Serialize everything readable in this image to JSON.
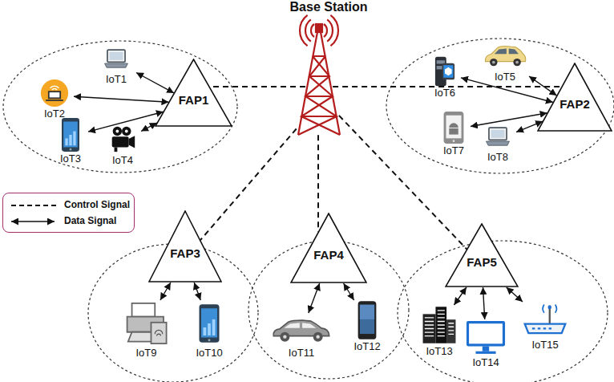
{
  "diagram": {
    "nodes": [
      {
        "text": [
          "Base Station"
        ]
      },
      {
        "text": [
          "FAP1"
        ]
      },
      {
        "text": [
          "IoT1"
        ]
      },
      {
        "text": [
          "IoT2"
        ]
      },
      {
        "text": [
          "IoT3"
        ]
      },
      {
        "text": [
          "IoT4"
        ]
      },
      {
        "text": [
          "FAP2"
        ]
      },
      {
        "text": [
          "IoT5"
        ]
      },
      {
        "text": [
          "IoT6"
        ]
      },
      {
        "text": [
          "IoT7"
        ]
      },
      {
        "text": [
          "IoT8"
        ]
      },
      {
        "text": [
          "FAP3"
        ]
      },
      {
        "text": [
          "IoT9"
        ]
      },
      {
        "text": [
          "IoT10"
        ]
      },
      {
        "text": [
          "FAP4"
        ]
      },
      {
        "text": [
          "IoT11"
        ]
      },
      {
        "text": [
          "IoT12"
        ]
      },
      {
        "text": [
          "FAP5"
        ]
      },
      {
        "text": [
          "IoT13"
        ]
      },
      {
        "text": [
          "IoT14"
        ]
      },
      {
        "text": [
          "IoT15"
        ]
      }
    ],
    "edges": [
      {
        "from": 0,
        "to": 1,
        "arrow": "none"
      },
      {
        "from": 0,
        "to": 6,
        "arrow": "none"
      },
      {
        "from": 0,
        "to": 11,
        "arrow": "none"
      },
      {
        "from": 0,
        "to": 14,
        "arrow": "none"
      },
      {
        "from": 0,
        "to": 17,
        "arrow": "none"
      },
      {
        "from": 1,
        "to": 2,
        "arrow": "both"
      },
      {
        "from": 1,
        "to": 3,
        "arrow": "both"
      },
      {
        "from": 1,
        "to": 4,
        "arrow": "both"
      },
      {
        "from": 1,
        "to": 5,
        "arrow": "both"
      },
      {
        "from": 6,
        "to": 7,
        "arrow": "both"
      },
      {
        "from": 6,
        "to": 8,
        "arrow": "both"
      },
      {
        "from": 6,
        "to": 9,
        "arrow": "both"
      },
      {
        "from": 6,
        "to": 10,
        "arrow": "both"
      },
      {
        "from": 11,
        "to": 12,
        "arrow": "both"
      },
      {
        "from": 11,
        "to": 13,
        "arrow": "both"
      },
      {
        "from": 14,
        "to": 15,
        "arrow": "both"
      },
      {
        "from": 14,
        "to": 16,
        "arrow": "both"
      },
      {
        "from": 17,
        "to": 18,
        "arrow": "both"
      },
      {
        "from": 17,
        "to": 19,
        "arrow": "both"
      },
      {
        "from": 17,
        "to": 20,
        "arrow": "both"
      }
    ],
    "legend": [
      {
        "text": "Control Signal"
      },
      {
        "text": "Data Signal"
      }
    ]
  }
}
